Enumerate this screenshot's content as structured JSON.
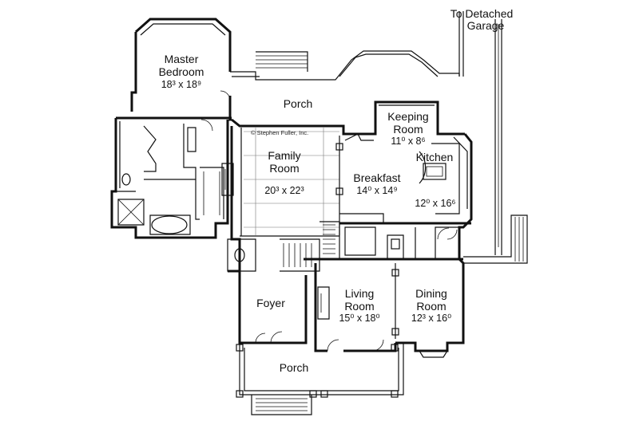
{
  "plan": {
    "credit": "© Stephen Fuller, Inc.",
    "rooms": {
      "master_bedroom": {
        "name_line1": "Master",
        "name_line2": "Bedroom",
        "dimensions": "18³ x 18⁹"
      },
      "family_room": {
        "name_line1": "Family",
        "name_line2": "Room",
        "dimensions": "20³ x 22³"
      },
      "keeping_room": {
        "name_line1": "Keeping",
        "name_line2": "Room",
        "dimensions": "11⁰ x 8⁶"
      },
      "kitchen": {
        "name": "Kitchen",
        "dimensions": "12⁰ x 16⁶"
      },
      "breakfast": {
        "name": "Breakfast",
        "dimensions": "14⁰ x 14⁹"
      },
      "living_room": {
        "name_line1": "Living",
        "name_line2": "Room",
        "dimensions": "15⁰ x 18⁰"
      },
      "dining_room": {
        "name_line1": "Dining",
        "name_line2": "Room",
        "dimensions": "12³ x 16⁰"
      },
      "foyer": {
        "name": "Foyer"
      },
      "rear_porch": {
        "name": "Porch"
      },
      "front_porch": {
        "name": "Porch"
      }
    },
    "garage_note": {
      "line1": "To Detached",
      "line2": "Garage"
    }
  }
}
